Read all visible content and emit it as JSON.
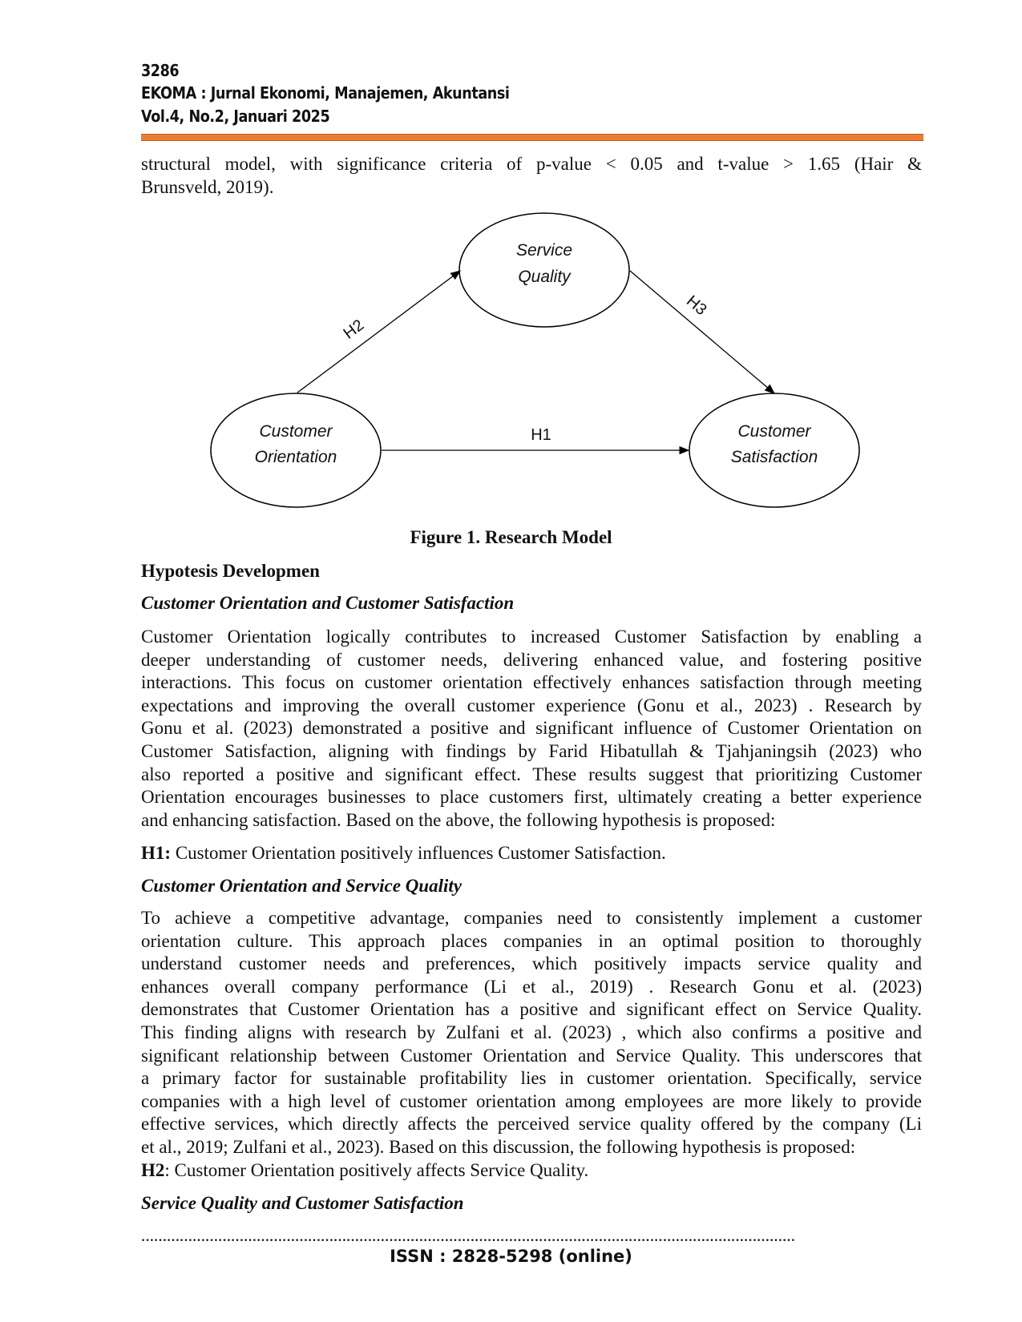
{
  "header": {
    "page_number": "3286",
    "journal": "EKOMA : Jurnal Ekonomi, Manajemen, Akuntansi",
    "volume": "Vol.4, No.2, Januari 2025"
  },
  "intro_lines": [
    "structural model, with significance criteria of p-value < 0.05 and t-value > 1.65 (Hair &",
    "Brunsveld, 2019)."
  ],
  "figure": {
    "nodes": {
      "service_quality": [
        "Service",
        "Quality"
      ],
      "customer_orientation": [
        "Customer",
        "Orientation"
      ],
      "customer_satisfaction": [
        "Customer",
        "Satisfaction"
      ]
    },
    "paths": {
      "h1": "H1",
      "h2": "H2",
      "h3": "H3"
    },
    "caption": "Figure 1. Research Model"
  },
  "section_title": "Hypotesis Developmen",
  "subsections": [
    {
      "title": "Customer Orientation and Customer Satisfaction",
      "lines": [
        "Customer Orientation logically contributes to increased Customer Satisfaction by enabling a",
        "deeper understanding of customer needs, delivering enhanced value, and fostering positive",
        "interactions. This focus on customer orientation effectively enhances satisfaction through meeting",
        "expectations and improving the overall customer experience (Gonu et al., 2023) . Research by",
        "Gonu et al. (2023) demonstrated a positive and significant influence of Customer Orientation on",
        "Customer Satisfaction, aligning with findings by Farid Hibatullah & Tjahjaningsih (2023) who",
        "also reported a positive and significant effect. These results suggest that prioritizing Customer",
        "Orientation encourages businesses to place customers first, ultimately creating a better experience",
        "and enhancing satisfaction. Based on the above, the following hypothesis is proposed:"
      ],
      "hypothesis_label": "H1:",
      "hypothesis_text": " Customer Orientation positively influences Customer Satisfaction."
    },
    {
      "title": "Customer Orientation and Service Quality",
      "lines": [
        "To achieve a competitive advantage, companies need to consistently implement a customer",
        "orientation culture. This approach places companies in an optimal position to thoroughly",
        "understand customer needs and preferences, which positively impacts service quality and",
        "enhances overall company performance (Li et al., 2019) . Research Gonu et al. (2023)",
        "demonstrates that Customer Orientation has a positive and significant effect on Service Quality.",
        "This finding aligns with research by Zulfani et al. (2023) , which also confirms a positive and",
        "significant relationship between Customer Orientation and Service Quality. This underscores that",
        "a primary factor for sustainable profitability lies in customer orientation. Specifically, service",
        "companies with a high level of customer orientation among employees are more likely to provide",
        "effective services, which directly affects the perceived service quality offered by the company (Li",
        "et al., 2019; Zulfani et al., 2023). Based on this discussion, the following hypothesis is proposed:"
      ],
      "hypothesis_label": "H2",
      "hypothesis_text": ": Customer Orientation positively affects Service Quality."
    },
    {
      "title": "Service Quality and Customer Satisfaction"
    }
  ],
  "footer": {
    "dots": "………………………………………………………………………………………………………………………………………",
    "issn": "ISSN : 2828-5298 (online)"
  },
  "colors": {
    "accent_bar": "#ed7d31"
  }
}
